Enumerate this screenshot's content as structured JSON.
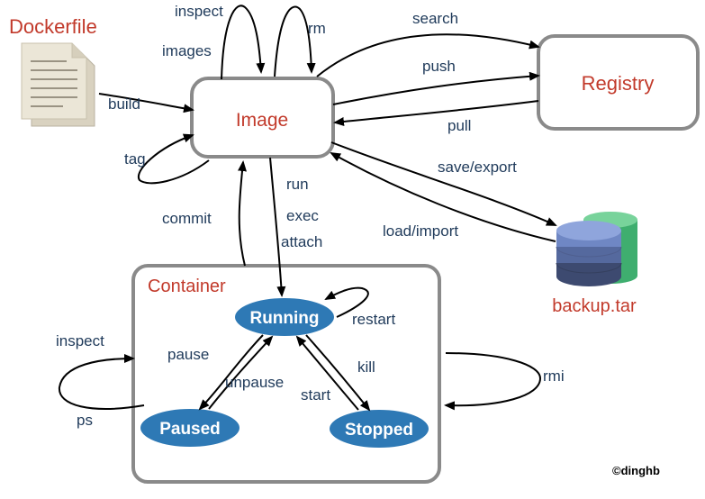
{
  "nodes": {
    "dockerfile": "Dockerfile",
    "image": "Image",
    "registry": "Registry",
    "backup": "backup.tar",
    "container": "Container",
    "running": "Running",
    "paused": "Paused",
    "stopped": "Stopped"
  },
  "edges": {
    "inspect_image": "inspect",
    "images": "images",
    "rm": "rm",
    "search": "search",
    "push": "push",
    "pull": "pull",
    "build": "build",
    "tag": "tag",
    "save_export": "save/export",
    "load_import": "load/import",
    "commit": "commit",
    "run": "run",
    "exec": "exec",
    "attach": "attach",
    "restart": "restart",
    "pause": "pause",
    "unpause": "unpause",
    "kill": "kill",
    "start": "start",
    "inspect_container": "inspect",
    "ps": "ps",
    "rmi": "rmi"
  },
  "copyright": "©dinghb",
  "colors": {
    "node_text": "#c23a2b",
    "label_text": "#1f3a5a",
    "state_fill": "#2e79b5",
    "box_stroke": "#8a8a8a",
    "db_blue": "#6f87c4",
    "db_green": "#3fae6f"
  }
}
